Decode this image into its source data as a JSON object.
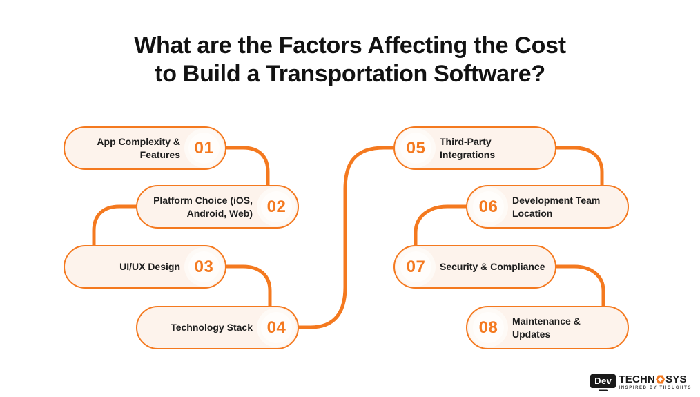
{
  "title": {
    "line1": "What are the Factors Affecting the Cost",
    "line2": "to Build a Transportation Software?"
  },
  "factors": [
    {
      "number": "01",
      "label": "App Complexity &\nFeatures"
    },
    {
      "number": "02",
      "label": "Platform Choice (iOS,\nAndroid, Web)"
    },
    {
      "number": "03",
      "label": "UI/UX Design"
    },
    {
      "number": "04",
      "label": "Technology Stack"
    },
    {
      "number": "05",
      "label": "Third-Party\nIntegrations"
    },
    {
      "number": "06",
      "label": "Development Team\nLocation"
    },
    {
      "number": "07",
      "label": "Security & Compliance"
    },
    {
      "number": "08",
      "label": "Maintenance &\nUpdates"
    }
  ],
  "logo": {
    "screen_text": "Dev",
    "brand_part1": "TECHN",
    "brand_part2": "SYS",
    "tagline": "INSPIRED BY THOUGHTS"
  },
  "colors": {
    "accent": "#F4791F",
    "pill_fill": "#FDF3EC",
    "circle_fill": "#FFFDFB",
    "label_text": "#1E1E1E",
    "title_text": "#121212",
    "background": "#FFFFFF",
    "logo_black": "#1A1A1A"
  }
}
